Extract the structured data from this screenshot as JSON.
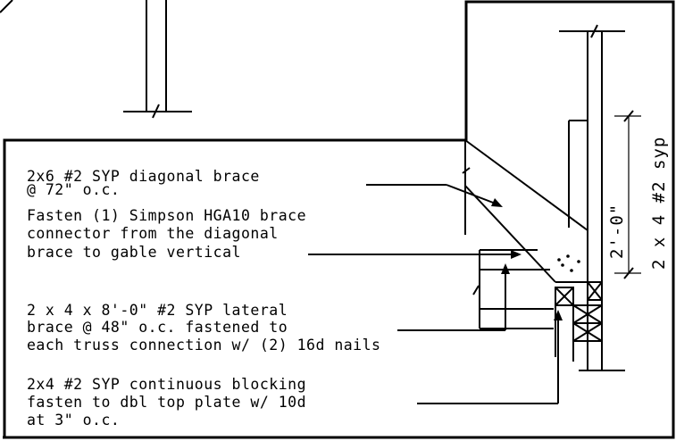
{
  "notes": {
    "diagonal_brace": [
      "2x6 #2 SYP diagonal brace",
      "@ 72\" o.c."
    ],
    "connector": [
      "Fasten (1) Simpson HGA10 brace",
      "connector from the diagonal",
      "brace to gable vertical"
    ],
    "lateral_brace": [
      "2 x 4 x 8'-0\" #2 SYP lateral",
      "brace @ 48\" o.c. fastened to",
      "each truss connection w/ (2) 16d nails"
    ],
    "blocking": [
      "2x4 #2 SYP continuous blocking",
      "fasten to dbl top plate w/ 10d",
      "at 3\" o.c."
    ]
  },
  "dimensions": {
    "vertical_length": "2'-0\"",
    "vertical_member": "2 x 4 #2 syp"
  }
}
